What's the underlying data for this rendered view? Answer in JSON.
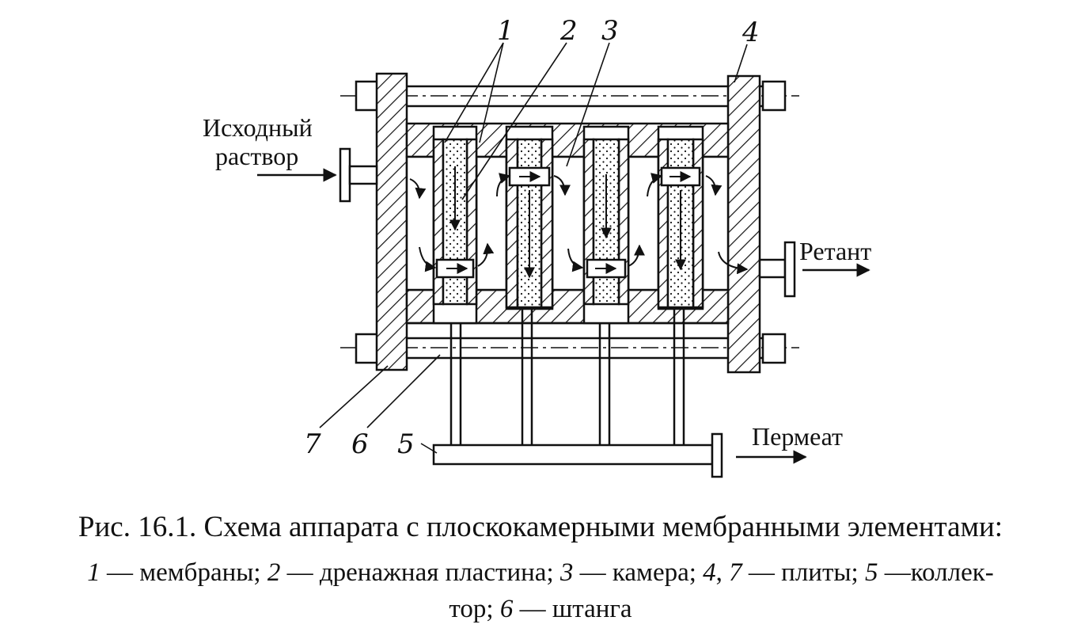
{
  "labels": {
    "n1": "1",
    "n2": "2",
    "n3": "3",
    "n4": "4",
    "n5": "5",
    "n6": "6",
    "n7": "7",
    "feed_line1": "Исходный",
    "feed_line2": "раствор",
    "retentate": "Ретант",
    "permeate": "Пермеат"
  },
  "caption": {
    "title": "Рис. 16.1. Схема аппарата с плоскокамерными мембранными элементами:",
    "l1_n": "1",
    "l1_t": " — мембраны; ",
    "l2_n": "2",
    "l2_t": " — дренажная пластина; ",
    "l3_n": "3",
    "l3_t": " — камера; ",
    "l4_n": "4",
    "l4_sep": ", ",
    "l7_n": "7",
    "l47_t": " — плиты; ",
    "l5_n": "5",
    "l5_t": " —коллек-",
    "l5_cont": "тор; ",
    "l6_n": "6",
    "l6_t": " — штанга"
  },
  "colors": {
    "ink": "#111111",
    "paper": "#ffffff"
  }
}
